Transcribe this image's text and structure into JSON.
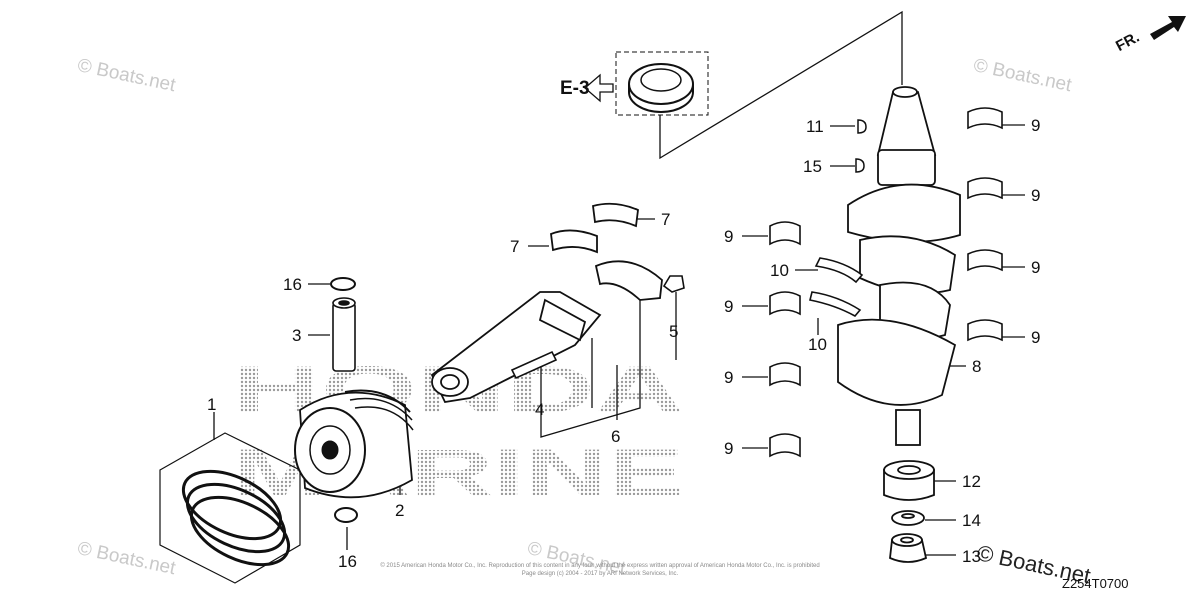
{
  "watermark": {
    "text": "© Boats.net",
    "corner_text": "© Boats.net"
  },
  "brand_background": {
    "line1": "HONDA",
    "line2": "MARINE"
  },
  "reference": {
    "label": "E-3"
  },
  "direction": {
    "label": "FR."
  },
  "diagram_code": "Z254T0700",
  "copyright": {
    "line1": "© 2015 American Honda Motor Co., Inc. Reproduction of this content in any form without the express written approval of American Honda Motor Co., Inc. is prohibited",
    "line2": "Page design (c) 2004 - 2017 by ARI Network Services, Inc."
  },
  "callouts": {
    "c1": "1",
    "c2": "2",
    "c3": "3",
    "c4": "4",
    "c5": "5",
    "c6": "6",
    "c7a": "7",
    "c7b": "7",
    "c8": "8",
    "c9a": "9",
    "c9b": "9",
    "c9c": "9",
    "c9d": "9",
    "c9e": "9",
    "c9f": "9",
    "c9g": "9",
    "c9h": "9",
    "c10a": "10",
    "c10b": "10",
    "c11": "11",
    "c12": "12",
    "c13": "13",
    "c14": "14",
    "c15": "15",
    "c16a": "16",
    "c16b": "16"
  }
}
